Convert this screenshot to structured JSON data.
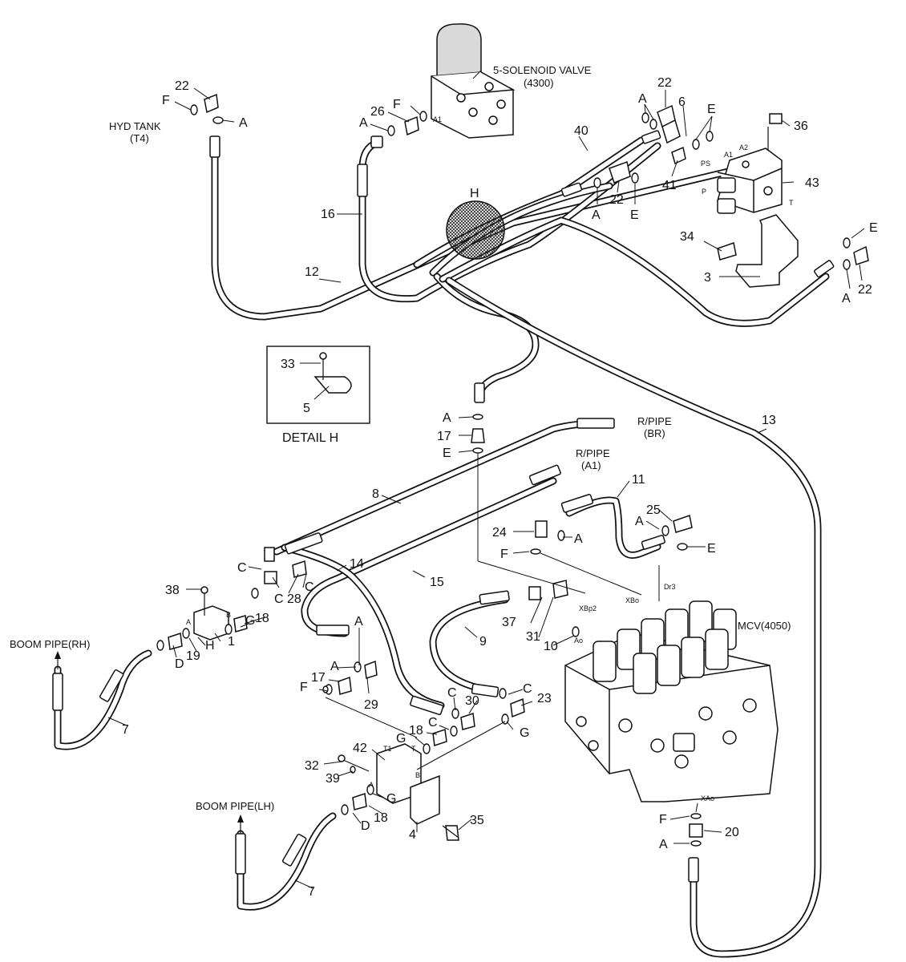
{
  "diagram": {
    "components": {
      "solenoid_valve": "5-SOLENOID VALVE",
      "solenoid_valve_code": "(4300)",
      "hyd_tank": "HYD TANK",
      "hyd_tank_code": "(T4)",
      "mcv": "MCV(4050)",
      "r_pipe_br": "R/PIPE",
      "r_pipe_br_code": "(BR)",
      "r_pipe_a1": "R/PIPE",
      "r_pipe_a1_code": "(A1)",
      "boom_pipe_rh": "BOOM PIPE(RH)",
      "boom_pipe_lh": "BOOM PIPE(LH)",
      "detail_title": "DETAIL H",
      "detail_marker": "H"
    },
    "port_labels": {
      "a1_solenoid": "A1",
      "a1_block": "A1",
      "a2_block": "A2",
      "ps": "PS",
      "p": "P",
      "t": "T",
      "xbp2": "XBp2",
      "xbo": "XBo",
      "dr3": "Dr3",
      "ao": "Ao",
      "xao": "XAo",
      "a_blk1": "A",
      "b_blk1": "B",
      "t1_blk42": "T1",
      "t_blk42": "T",
      "a_blk42": "A",
      "b_blk42": "B"
    },
    "callouts": {
      "n22_tl": "22",
      "f_tl": "F",
      "a_tl": "A",
      "n26": "26",
      "f_26": "F",
      "a_26": "A",
      "n40": "40",
      "n16": "16",
      "n12": "12",
      "n22_tr": "22",
      "a_tr": "A",
      "n6": "6",
      "e_tr": "E",
      "n36": "36",
      "n41": "41",
      "n43": "43",
      "n22_mid": "22",
      "a_mid": "A",
      "e_mid": "E",
      "n34": "34",
      "n3": "3",
      "e_r": "E",
      "a_r": "A",
      "n22_r": "22",
      "n33": "33",
      "n5": "5",
      "a_17": "A",
      "n17_top": "17",
      "e_17": "E",
      "n13": "13",
      "n8": "8",
      "n11": "11",
      "n25": "25",
      "a_25": "A",
      "n24": "24",
      "a_24": "A",
      "f_mid": "F",
      "e_mcv": "E",
      "c_1": "C",
      "n14": "14",
      "n15": "15",
      "c_28": "C",
      "n28": "28",
      "c_28b": "C",
      "n38": "38",
      "n18_up": "18",
      "g_up": "G",
      "n1": "1",
      "n19": "19",
      "d_up": "D",
      "h_1": "H",
      "n37": "37",
      "n31": "31",
      "n10": "10",
      "n9": "9",
      "a_29": "A",
      "a_17b": "A",
      "n17_low": "17",
      "n29": "29",
      "f_low": "F",
      "c_30": "C",
      "n30": "30",
      "c_23": "C",
      "n23": "23",
      "n7_up": "7",
      "n18_low": "18",
      "c_low": "C",
      "g_low": "G",
      "g_23": "G",
      "n42": "42",
      "n32": "32",
      "n39": "39",
      "g_42": "G",
      "d_42": "D",
      "n18_42": "18",
      "n4": "4",
      "n35": "35",
      "n7_low": "7",
      "f_20": "F",
      "n20": "20",
      "a_20": "A"
    }
  }
}
